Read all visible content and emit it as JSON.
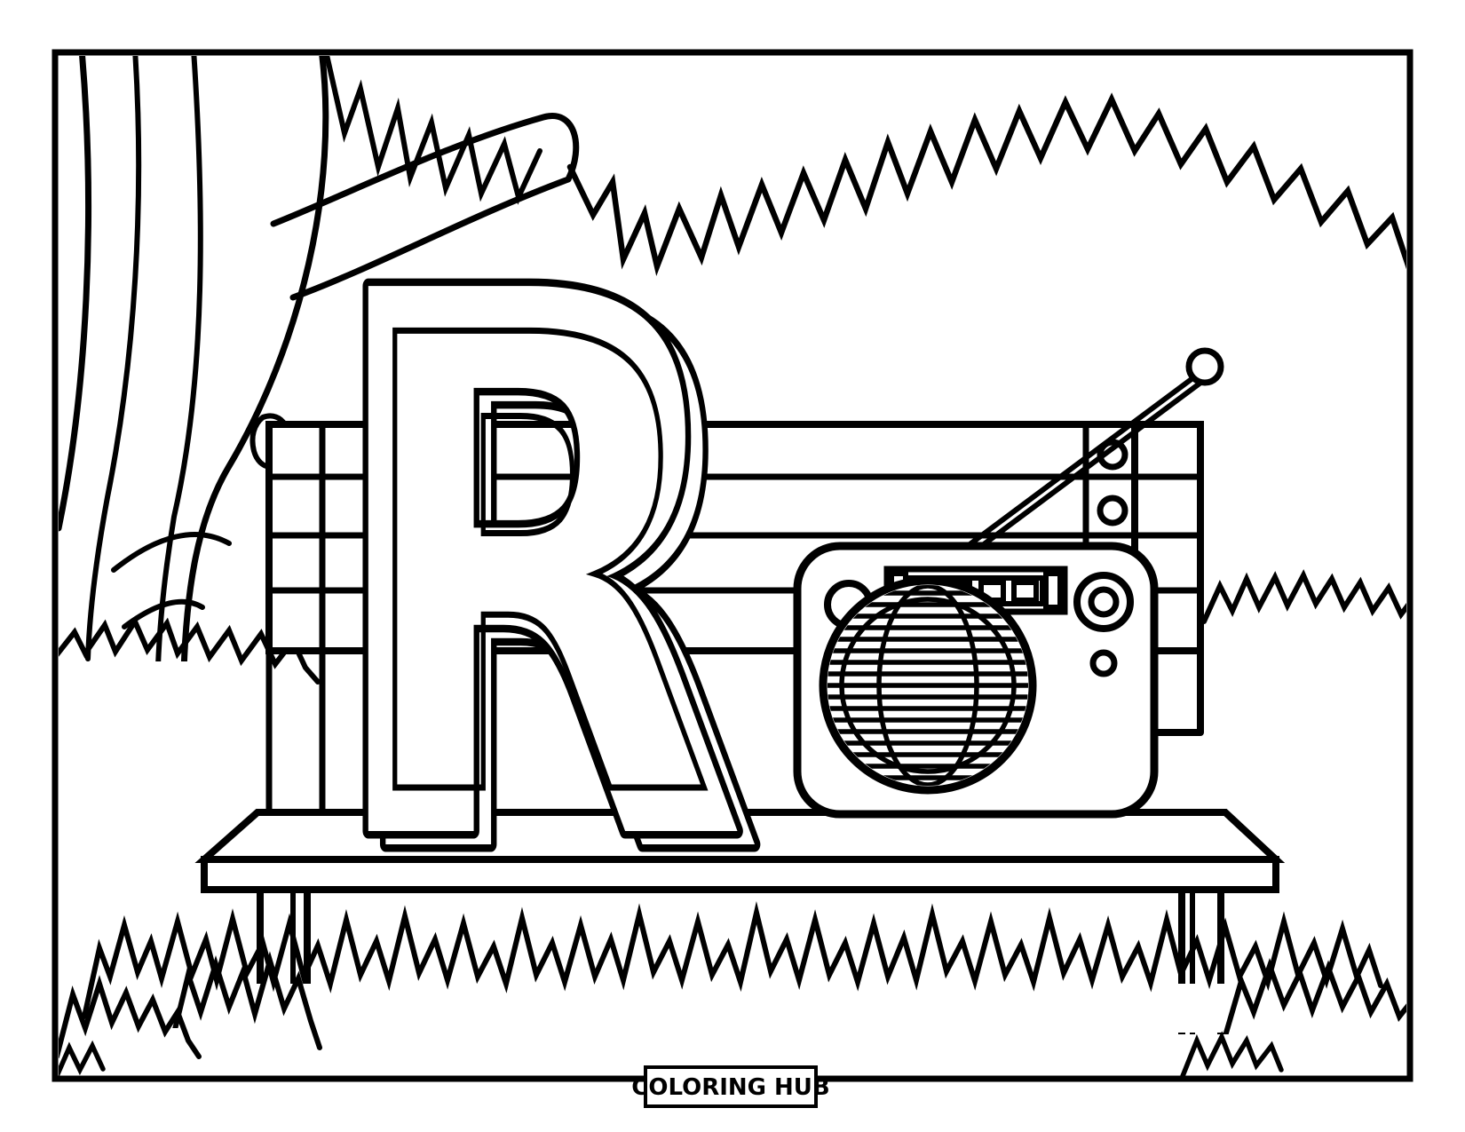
{
  "page": {
    "background_color": "#ffffff",
    "line_color": "#000000",
    "type_label": "coloring page"
  },
  "scene": {
    "letter": "R",
    "objects": [
      "tree",
      "bush-canopy",
      "grass",
      "park-bench",
      "radio",
      "letter-r"
    ]
  },
  "footer": {
    "label": "COLORING HUB"
  }
}
